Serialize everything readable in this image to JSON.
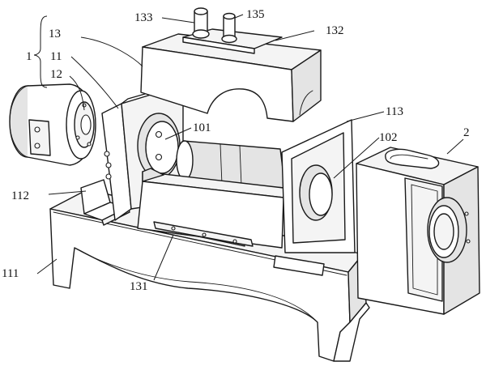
{
  "labels": {
    "l133": "133",
    "l135": "135",
    "l13": "13",
    "l132": "132",
    "l1": "1",
    "l11": "11",
    "l12": "12",
    "l101": "101",
    "l113": "113",
    "l2": "2",
    "l102": "102",
    "l112": "112",
    "l111": "111",
    "l131": "131"
  }
}
